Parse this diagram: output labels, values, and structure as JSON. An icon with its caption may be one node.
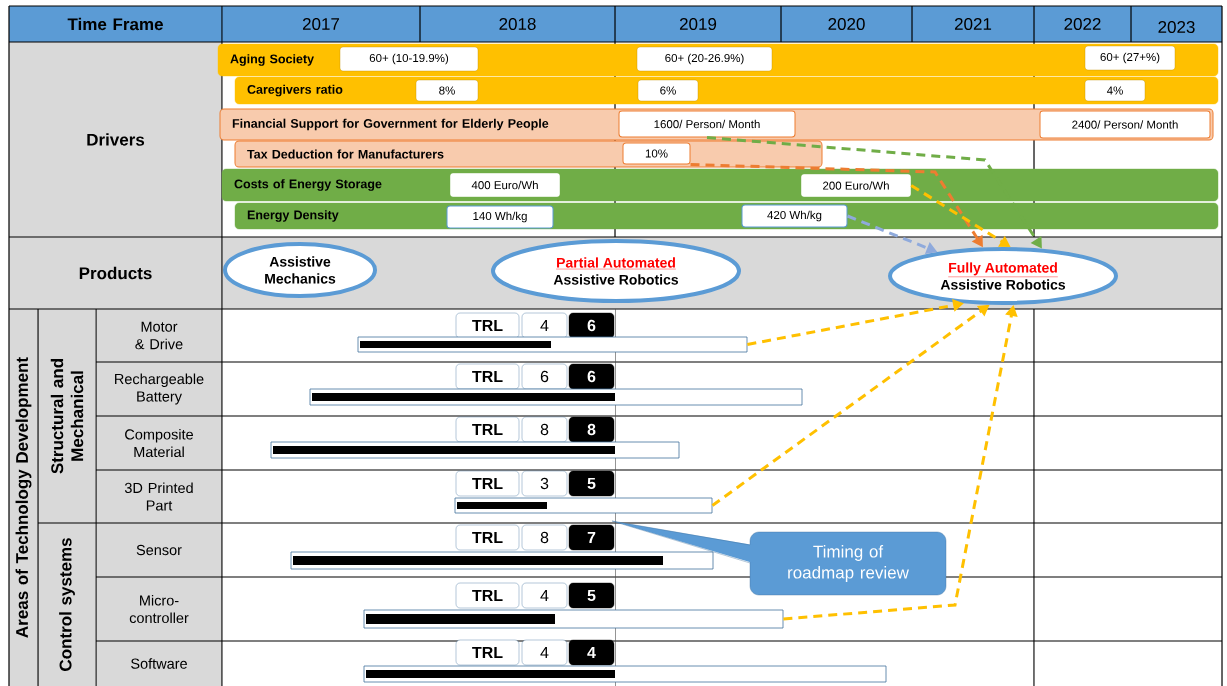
{
  "diagram": {
    "nodes": [
      {
        "text": [
          "Aging Society"
        ]
      },
      {
        "text": [
          "60+ (10-19.9%)"
        ],
        "in": 0
      },
      {
        "text": [
          "60+ (20-26.9%)"
        ],
        "in": 0
      },
      {
        "text": [
          "60+ (27+%)"
        ],
        "in": 0
      },
      {
        "text": [
          "Caregivers ratio"
        ]
      },
      {
        "text": [
          "8%"
        ],
        "in": 4
      },
      {
        "text": [
          "6%"
        ],
        "in": 4
      },
      {
        "text": [
          "4%"
        ],
        "in": 4
      },
      {
        "text": [
          "Financial Support for Government for Elderly People"
        ]
      },
      {
        "text": [
          "1600/ Person/ Month"
        ],
        "in": 8
      },
      {
        "text": [
          "2400/ Person/ Month"
        ],
        "in": 8
      },
      {
        "text": [
          "Tax Deduction for Manufacturers"
        ]
      },
      {
        "text": [
          "10%"
        ],
        "in": 11
      },
      {
        "text": [
          "Costs of Energy Storage"
        ]
      },
      {
        "text": [
          "400 Euro/Wh"
        ],
        "in": 13
      },
      {
        "text": [
          "200 Euro/Wh"
        ],
        "in": 13
      },
      {
        "text": [
          "Energy Density"
        ]
      },
      {
        "text": [
          "140 Wh/kg"
        ],
        "in": 16
      },
      {
        "text": [
          "420 Wh/kg"
        ],
        "in": 16
      },
      {
        "text": [
          "Assistive Mechanics"
        ]
      },
      {
        "text": [
          "Partial Automated",
          "Assistive Robotics"
        ]
      },
      {
        "text": [
          "Fully Automated",
          "Assistive Robotics"
        ]
      },
      {
        "text": [
          "TRL"
        ]
      },
      {
        "text": [
          "4"
        ]
      },
      {
        "text": [
          "6"
        ]
      },
      {
        "text": [],
        "shape": "bar"
      },
      {
        "text": [
          "TRL"
        ]
      },
      {
        "text": [
          "6"
        ]
      },
      {
        "text": [
          "6"
        ]
      },
      {
        "text": [],
        "shape": "bar"
      },
      {
        "text": [
          "TRL"
        ]
      },
      {
        "text": [
          "8"
        ]
      },
      {
        "text": [
          "8"
        ]
      },
      {
        "text": [],
        "shape": "bar"
      },
      {
        "text": [
          "TRL"
        ]
      },
      {
        "text": [
          "3"
        ]
      },
      {
        "text": [
          "5"
        ]
      },
      {
        "text": [],
        "shape": "bar"
      },
      {
        "text": [
          "TRL"
        ]
      },
      {
        "text": [
          "8"
        ]
      },
      {
        "text": [
          "7"
        ]
      },
      {
        "text": [],
        "shape": "bar"
      },
      {
        "text": [
          "TRL"
        ]
      },
      {
        "text": [
          "4"
        ]
      },
      {
        "text": [
          "5"
        ]
      },
      {
        "text": [],
        "shape": "bar"
      },
      {
        "text": [
          "TRL"
        ]
      },
      {
        "text": [
          "4"
        ]
      },
      {
        "text": [
          "4"
        ]
      },
      {
        "text": [],
        "shape": "bar"
      },
      {
        "text": [
          "Timing of roadmap review"
        ]
      }
    ],
    "edges": [
      {
        "from": 9,
        "to": 21,
        "arrow": "to",
        "style": "dashed",
        "color": "#70ad47"
      },
      {
        "from": 12,
        "to": 21,
        "arrow": "to",
        "style": "dashed",
        "color": "#ed7d31"
      },
      {
        "from": 15,
        "to": 21,
        "arrow": "to",
        "style": "dashed",
        "color": "#ffc000"
      },
      {
        "from": 18,
        "to": 21,
        "arrow": "to",
        "style": "dashed",
        "color": "#8faadc"
      },
      {
        "from": 25,
        "to": 21,
        "arrow": "to",
        "style": "dashed",
        "color": "#ffc000"
      },
      {
        "from": 37,
        "to": 21,
        "arrow": "to",
        "style": "dashed",
        "color": "#ffc000"
      },
      {
        "from": 45,
        "to": 21,
        "arrow": "to",
        "style": "dashed",
        "color": "#ffc000"
      }
    ],
    "labels": [
      "Time Frame",
      "2017",
      "2018",
      "2019",
      "2020",
      "2021",
      "2022",
      "2023",
      "Drivers",
      "Products",
      "Areas of Technology Development",
      "Structural and Mechanical",
      "Motor & Drive",
      "Rechargeable Battery",
      "Composite Material",
      "3D Printed Part",
      "Control systems",
      "Sensor",
      "Micro-controller",
      "Software"
    ]
  }
}
